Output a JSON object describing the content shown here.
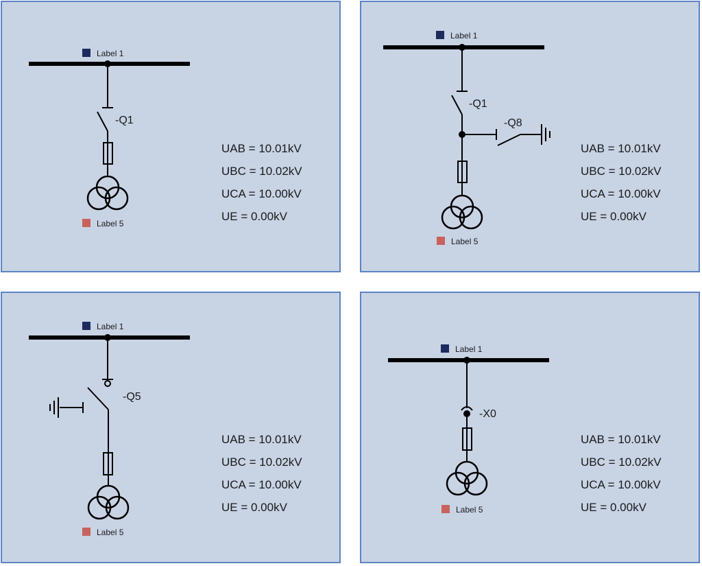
{
  "colors": {
    "panel_bg": "#c8d3e4",
    "panel_border": "#5b84c4",
    "label1_marker": "#1c2a5e",
    "label5_marker": "#c8625c",
    "line": "#000000"
  },
  "panels": [
    {
      "busbar_label": "Label 1",
      "device": "-Q1",
      "transformer_label": "Label 5",
      "readings": {
        "uab": "UAB = 10.01kV",
        "ubc": "UBC = 10.02kV",
        "uca": "UCA = 10.00kV",
        "ue": "UE = 0.00kV"
      }
    },
    {
      "busbar_label": "Label 1",
      "device": "-Q1",
      "earth_switch": "-Q8",
      "transformer_label": "Label 5",
      "readings": {
        "uab": "UAB = 10.01kV",
        "ubc": "UBC = 10.02kV",
        "uca": "UCA = 10.00kV",
        "ue": "UE = 0.00kV"
      }
    },
    {
      "busbar_label": "Label 1",
      "device": "-Q5",
      "transformer_label": "Label 5",
      "readings": {
        "uab": "UAB = 10.01kV",
        "ubc": "UBC = 10.02kV",
        "uca": "UCA = 10.00kV",
        "ue": "UE = 0.00kV"
      }
    },
    {
      "busbar_label": "Label 1",
      "device": "-X0",
      "transformer_label": "Label 5",
      "readings": {
        "uab": "UAB = 10.01kV",
        "ubc": "UBC = 10.02kV",
        "uca": "UCA = 10.00kV",
        "ue": "UE = 0.00kV"
      }
    }
  ]
}
